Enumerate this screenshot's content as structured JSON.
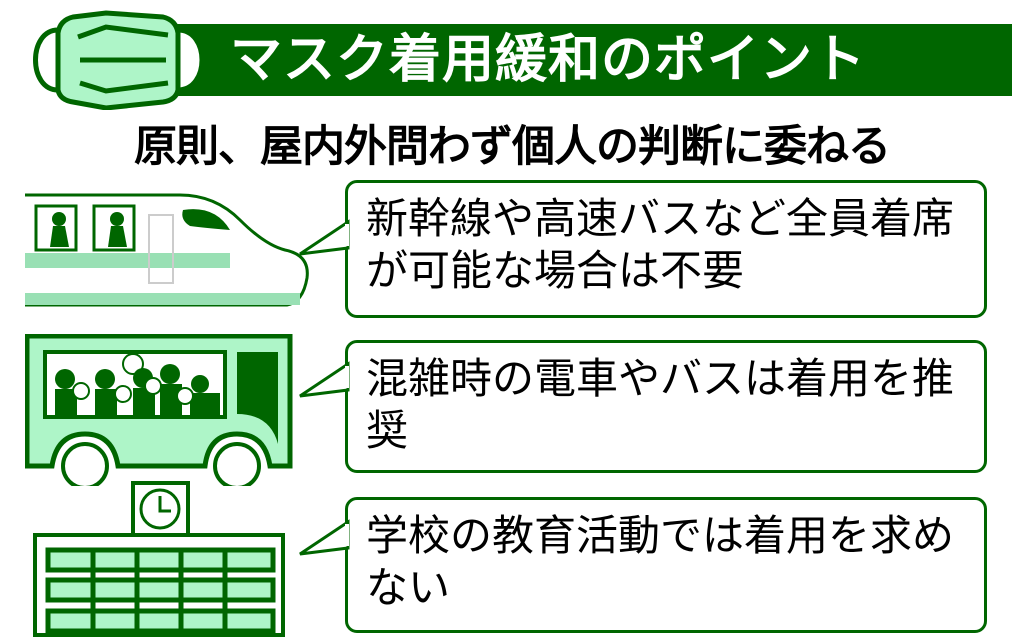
{
  "header": {
    "title": "マスク着用緩和のポイント",
    "icon": "mask-icon"
  },
  "subtitle": "原則、屋内外問わず個人の判断に委ねる",
  "points": [
    {
      "icon": "bullet-train-icon",
      "text": "新幹線や高速バスなど全員着席が可能な場合は不要"
    },
    {
      "icon": "crowded-bus-icon",
      "text": "混雑時の電車やバスは着用を推奨"
    },
    {
      "icon": "school-icon",
      "text": "学校の教育活動では着用を求めない"
    }
  ],
  "colors": {
    "dark_green": "#006600",
    "light_green": "#aef5c8",
    "stripe_green": "#99e0b4"
  }
}
